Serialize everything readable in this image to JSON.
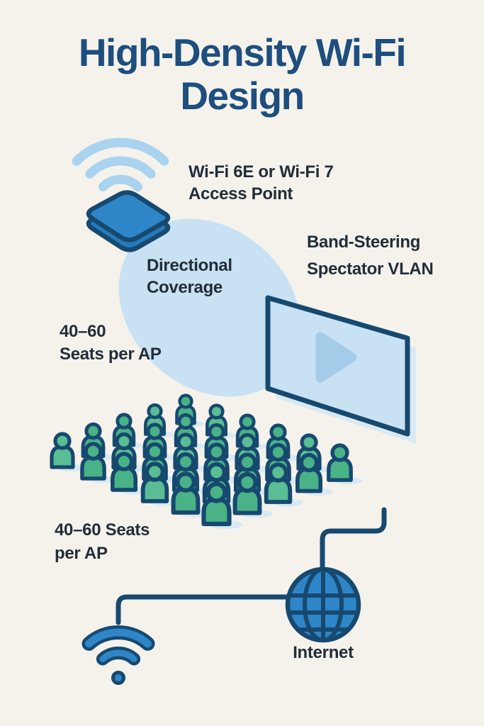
{
  "title": {
    "line1": "High-Density Wi-Fi",
    "line2": "Design"
  },
  "annotations": {
    "access_point": {
      "line1": "Wi-Fi 6E or Wi-Fi 7",
      "line2": "Access Point"
    },
    "coverage": {
      "line1": "Directional",
      "line2": "Coverage"
    },
    "band_steering": "Band-Steering",
    "spectator_vlan": "Spectator VLAN",
    "seats_left": {
      "line1": "40–60",
      "line2": "Seats per AP"
    },
    "seats_bottom": {
      "line1": "40–60 Seats",
      "line2": "per AP"
    },
    "internet": "Internet"
  },
  "crowd": {
    "rows": 5,
    "cols": 6,
    "count": 30,
    "icon": "person-icon"
  },
  "icons": [
    "wifi-waves-icon",
    "access-point-icon",
    "screen-icon",
    "play-icon",
    "crowd-icon",
    "globe-icon",
    "wifi-icon"
  ],
  "colors": {
    "bg": "#f5f2ec",
    "navy": "#17496f",
    "title": "#1d4e7e",
    "text": "#222d39",
    "blue": "#2e86c8",
    "blue_dark": "#2679ba",
    "lightblue": "#c8e1f3",
    "arcblue": "#a9d3ef",
    "playblue": "#a4cbe7",
    "green": "#49b287",
    "green_alt": "#5abd93",
    "shadow": "#d9e9f4"
  }
}
